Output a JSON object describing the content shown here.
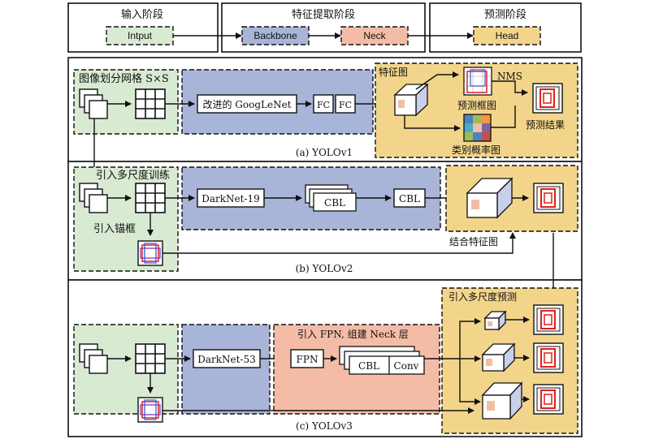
{
  "header": {
    "input_stage": "输入阶段",
    "feature_stage": "特征提取阶段",
    "predict_stage": "预测阶段",
    "input_box": "Intput",
    "backbone_box": "Backbone",
    "neck_box": "Neck",
    "head_box": "Head"
  },
  "yolov1": {
    "grid_label": "图像划分网格 S×S",
    "backbone": "改进的 GoogLeNet",
    "fc1": "FC",
    "fc2": "FC",
    "feature_map": "特征图",
    "nms": "NMS",
    "pred_box_map": "预测框图",
    "class_prob_map": "类别概率图",
    "pred_result": "预测结果",
    "caption": "(a) YOLOv1"
  },
  "yolov2": {
    "multiscale": "引入多尺度训练",
    "anchor": "引入锚框",
    "backbone": "DarkNet-19",
    "cbl_stack": "CBL",
    "cbl": "CBL",
    "combine": "结合特征图",
    "caption": "(b) YOLOv2"
  },
  "yolov3": {
    "multiscale_pred": "引入多尺度预测",
    "backbone": "DarkNet-53",
    "neck_title": "引入 FPN, 组建 Neck 层",
    "fpn": "FPN",
    "cbl": "CBL",
    "conv": "Conv",
    "caption": "(c) YOLOv3"
  },
  "colors": {
    "green": "#d9ead3",
    "blue": "#a9b4d9",
    "orange": "#f4bca6",
    "yellow": "#f2d58b",
    "red": "#e0201b"
  }
}
